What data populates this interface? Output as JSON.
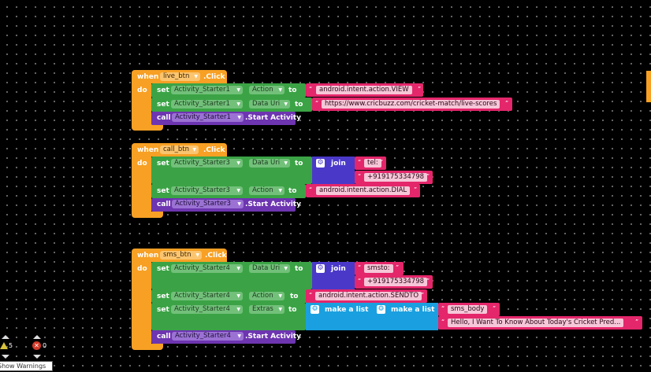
{
  "events": [
    {
      "when": "when",
      "component": "live_btn",
      "event": ".Click",
      "do": "do",
      "rows": [
        {
          "kind": "set",
          "set": "set",
          "component": "Activity_Starter1",
          "property": "Action",
          "to": "to",
          "value": "android.intent.action.VIEW"
        },
        {
          "kind": "set",
          "set": "set",
          "component": "Activity_Starter1",
          "property": "Data Uri",
          "to": "to",
          "value": "https://www.cricbuzz.com/cricket-match/live-scores"
        },
        {
          "kind": "call",
          "call": "call",
          "component": "Activity_Starter1",
          "method": ".Start Activity"
        }
      ]
    },
    {
      "when": "when",
      "component": "call_btn",
      "event": ".Click",
      "do": "do",
      "rows": [
        {
          "kind": "set",
          "set": "set",
          "component": "Activity_Starter3",
          "property": "Data Uri",
          "to": "to",
          "join": "join",
          "join_items": [
            "tel:",
            "+919175334798"
          ]
        },
        {
          "kind": "set",
          "set": "set",
          "component": "Activity_Starter3",
          "property": "Action",
          "to": "to",
          "value": "android.intent.action.DIAL"
        },
        {
          "kind": "call",
          "call": "call",
          "component": "Activity_Starter3",
          "method": ".Start Activity"
        }
      ]
    },
    {
      "when": "when",
      "component": "sms_btn",
      "event": ".Click",
      "do": "do",
      "rows": [
        {
          "kind": "set",
          "set": "set",
          "component": "Activity_Starter4",
          "property": "Data Uri",
          "to": "to",
          "join": "join",
          "join_items": [
            "smsto:",
            "+919175334798"
          ]
        },
        {
          "kind": "set",
          "set": "set",
          "component": "Activity_Starter4",
          "property": "Action",
          "to": "to",
          "value": "android.intent.action.SENDTO"
        },
        {
          "kind": "set",
          "set": "set",
          "component": "Activity_Starter4",
          "property": "Extras",
          "to": "to",
          "make_list": "make a list",
          "inner_list": "make a list",
          "list_items": [
            "sms_body",
            "Hello, I Want To Know About Today's Cricket Pred..."
          ]
        },
        {
          "kind": "call",
          "call": "call",
          "component": "Activity_Starter4",
          "method": ".Start Activity"
        }
      ]
    }
  ],
  "dropdown_arrow": "▼",
  "warnings": {
    "warning_count": "5",
    "error_count": "0",
    "toggle_label": "Show Warnings"
  },
  "colors": {
    "event": "#f7a024",
    "setter": "#3ba345",
    "call": "#6d35b0",
    "text": "#e4266a",
    "join": "#4a39c9",
    "list": "#1aa0e0",
    "background": "#000000"
  }
}
